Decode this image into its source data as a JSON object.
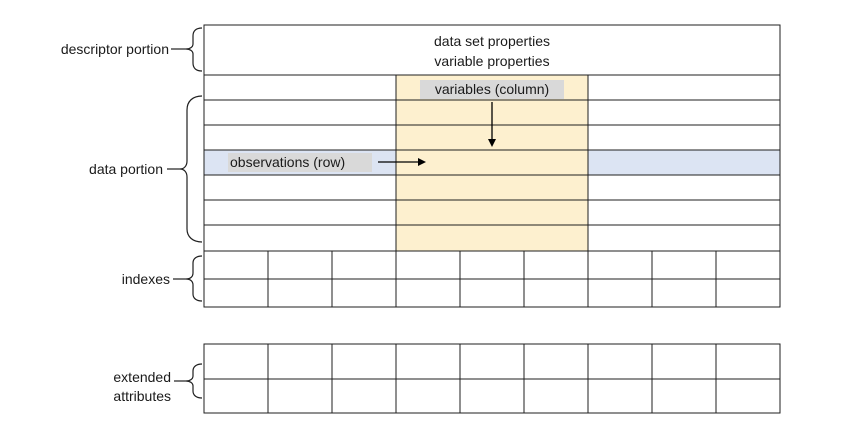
{
  "labels": {
    "descriptor": "descriptor portion",
    "data": "data portion",
    "indexes": "indexes",
    "extended_line1": "extended",
    "extended_line2": "attributes"
  },
  "descriptor": {
    "line1": "data set properties",
    "line2": "variable properties"
  },
  "annotations": {
    "variables": "variables (column)",
    "observations": "observations (row)"
  },
  "colors": {
    "column_highlight": "#fdf0cf",
    "row_highlight": "#dce4f3",
    "label_highlight": "#d9d9d9",
    "border": "#1f1f1f"
  }
}
